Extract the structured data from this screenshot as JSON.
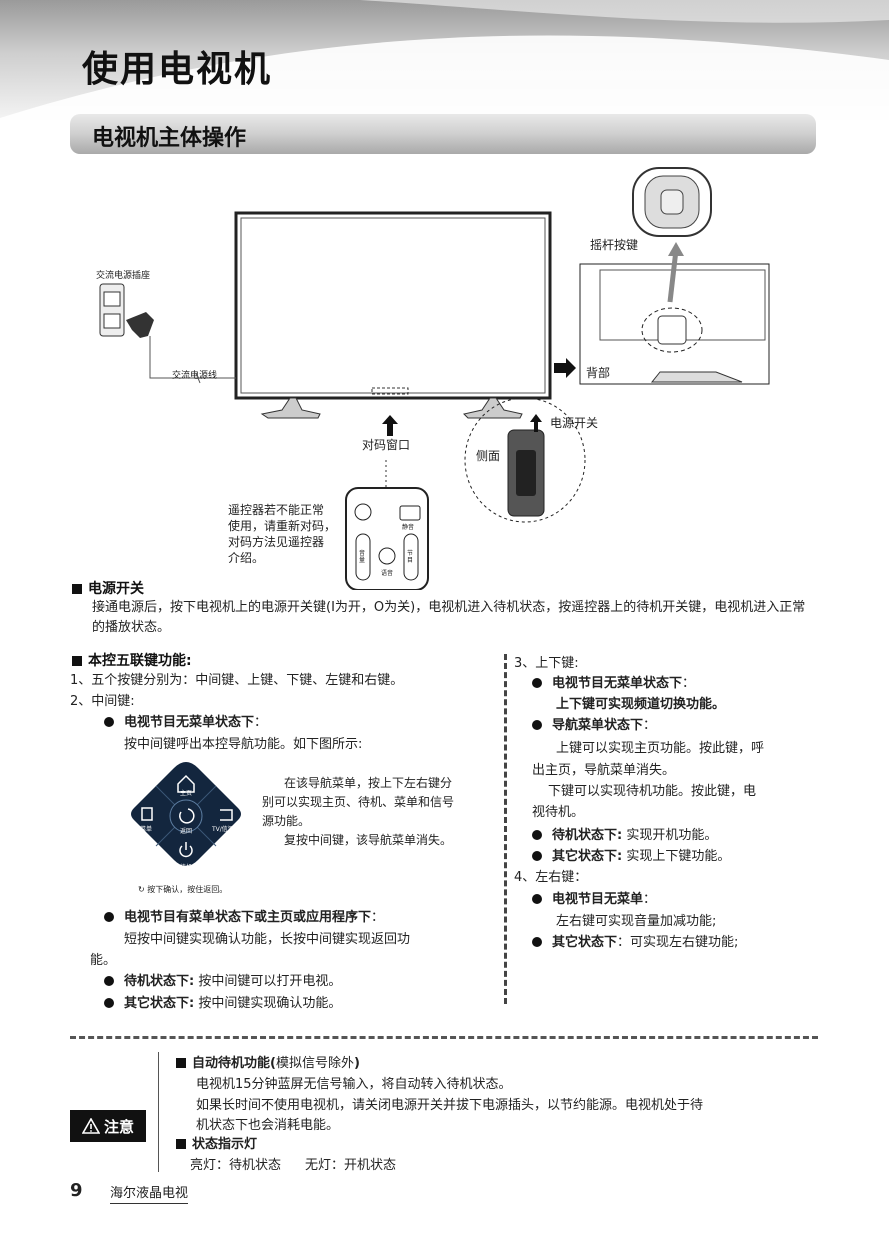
{
  "header": {
    "title": "使用电视机",
    "section": "电视机主体操作"
  },
  "diagram": {
    "ac_socket": "交流电源插座",
    "ac_cord": "交流电源线",
    "joystick": "摇杆按键",
    "back": "背部",
    "power_switch": "电源开关",
    "side": "侧面",
    "ir_window": "对码窗口",
    "remote_note": [
      "遥控器若不能正常",
      "使用，请重新对码，",
      "对码方法见遥控器",
      "介绍。"
    ],
    "remote_mute": "静音",
    "remote_vol": "音量",
    "remote_voice": "语音",
    "remote_ch": "节目"
  },
  "power": {
    "heading": "电源开关",
    "body": "接通电源后，按下电视机上的电源开关键(I为开，O为关)，电视机进入待机状态，按遥控器上的待机开关键，电视机进入正常的播放状态。"
  },
  "left": {
    "heading": "本控五联键功能:",
    "l1": "1、五个按键分别为：中间键、上键、下键、左键和右键。",
    "l2": "2、中间键:",
    "b1_title": "电视节目无菜单状态下",
    "b1_colon": "：",
    "b1_text": "按中间键呼出本控导航功能。如下图所示:",
    "nav": {
      "home": "主页",
      "menu": "菜单",
      "back": "返回",
      "source": "TV/信源",
      "standby": "待机",
      "hint": "按下确认，按住返回。"
    },
    "nav_desc1": [
      "在该导航菜单，按上下左右键分",
      "别可以实现主页、待机、菜单和信号",
      "源功能。"
    ],
    "nav_desc2": "复按中间键，该导航菜单消失。",
    "b2_title": "电视节目有菜单状态下或主页或应用程序下",
    "b2_colon": "：",
    "b2_text1": "短按中间键实现确认功能，长按中间键实现返回功",
    "b2_text2": "能。",
    "b3_title": "待机状态下:",
    "b3_text": "按中间键可以打开电视。",
    "b4_title": "其它状态下:",
    "b4_text": "按中间键实现确认功能。"
  },
  "right": {
    "r3": "3、上下键:",
    "r3a_title": "电视节目无菜单状态下",
    "r3a_colon": "：",
    "r3a_text": "上下键可实现频道切换功能。",
    "r3b_title": "导航菜单状态下",
    "r3b_colon": "：",
    "r3b_l1": "上键可以实现主页功能。按此键，呼",
    "r3b_l2": "出主页，导航菜单消失。",
    "r3b_l3": "下键可以实现待机功能。按此键，电",
    "r3b_l4": "视待机。",
    "r3c_title": "待机状态下:",
    "r3c_text": "实现开机功能。",
    "r3d_title": "其它状态下:",
    "r3d_text": "实现上下键功能。",
    "r4": "4、左右键：",
    "r4a_title": "电视节目无菜单",
    "r4a_colon": "：",
    "r4a_text": "左右键可实现音量加减功能;",
    "r4b_title": "其它状态下",
    "r4b_text": "：可实现左右键功能;"
  },
  "note": {
    "label": "注意",
    "h1": "自动待机功能(",
    "h1_mid": "模拟信号除外",
    "h1_end": ")",
    "t1": "电视机15分钟蓝屏无信号输入，将自动转入待机状态。",
    "t2": "如果长时间不使用电视机，请关闭电源开关并拔下电源插头，以节约能源。电视机处于待",
    "t3": "机状态下也会消耗电能。",
    "h2": "状态指示灯",
    "t4a": "亮灯：待机状态",
    "t4b": "无灯：开机状态"
  },
  "footer": {
    "page": "9",
    "brand": "海尔液晶电视"
  }
}
